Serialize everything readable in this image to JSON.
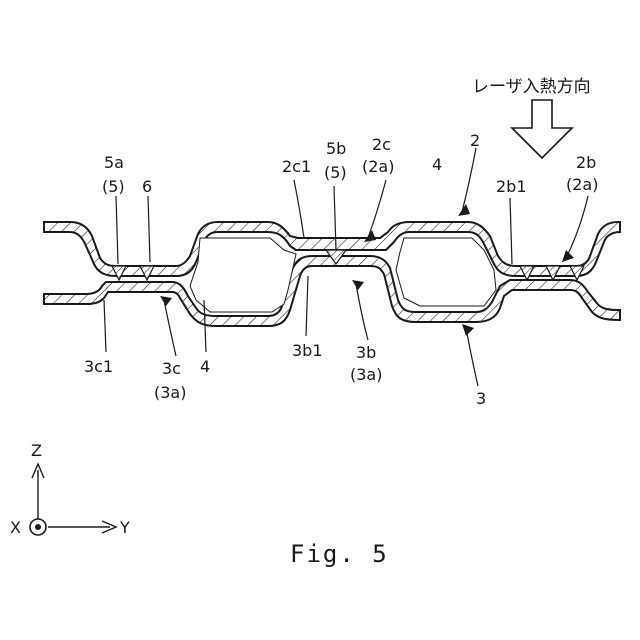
{
  "figure": {
    "caption": "Fig. 5",
    "heat_direction_label": "レーザ入熱方向"
  },
  "labels": {
    "l_2": "2",
    "l_3": "3",
    "l_4_top": "4",
    "l_4_bottom": "4",
    "l_6": "6",
    "l_5a": "5a",
    "l_5a_sub": "(5)",
    "l_5b": "5b",
    "l_5b_sub": "(5)",
    "l_2c": "2c",
    "l_2c_sub": "(2a)",
    "l_2c1": "2c1",
    "l_2b": "2b",
    "l_2b_sub": "(2a)",
    "l_2b1": "2b1",
    "l_3c1": "3c1",
    "l_3c": "3c",
    "l_3c_sub": "(3a)",
    "l_3b1": "3b1",
    "l_3b": "3b",
    "l_3b_sub": "(3a)"
  },
  "axes": {
    "z": "Z",
    "x": "X",
    "y": "Y"
  }
}
